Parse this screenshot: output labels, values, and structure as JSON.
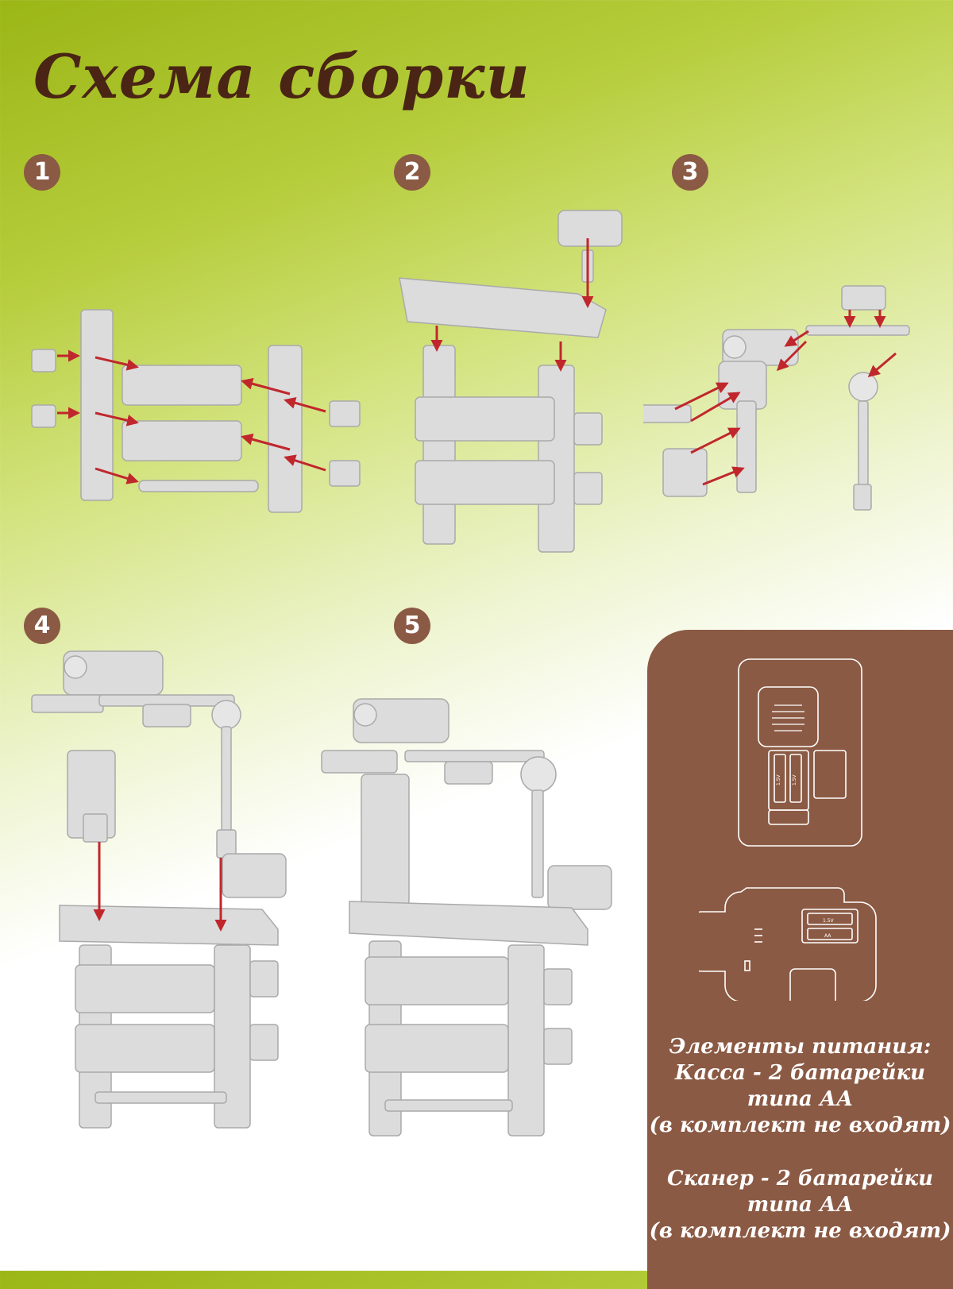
{
  "title": "Схема сборки",
  "steps": [
    {
      "number": "1"
    },
    {
      "number": "2"
    },
    {
      "number": "3"
    },
    {
      "number": "4"
    },
    {
      "number": "5"
    }
  ],
  "battery_info": {
    "heading": "Элементы питания:",
    "register_line1": "Касса - 2 батарейки",
    "register_line2": "типа АА",
    "register_line3": "(в комплект не входят)",
    "scanner_line1": "Сканер - 2 батарейки",
    "scanner_line2": "типа АА",
    "scanner_line3": "(в комплект не входят)"
  },
  "battery_labels": {
    "cell": "1.5V",
    "type": "AA"
  },
  "colors": {
    "accent_brown": "#8b5a44",
    "title_brown": "#4a2414",
    "arrow_red": "#c0272d",
    "part_gray": "#d8d8d8",
    "green": "#9bb616"
  }
}
